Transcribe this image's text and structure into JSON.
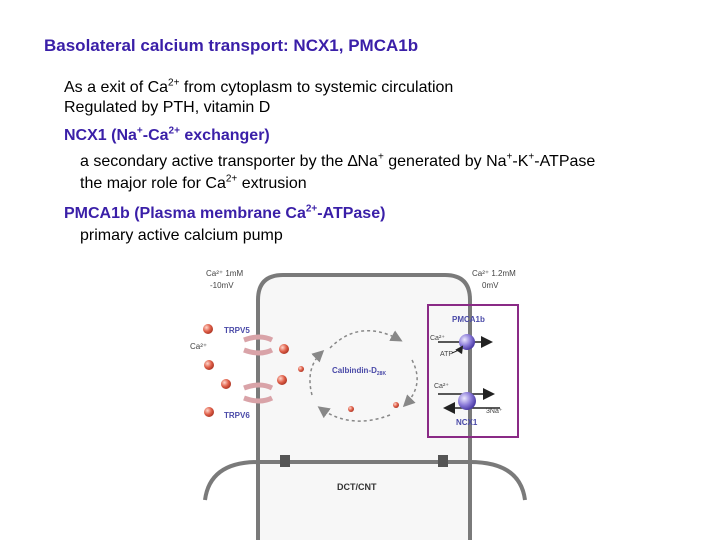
{
  "title": "Basolateral calcium transport: NCX1, PMCA1b",
  "lines": {
    "l1_pre": "As a exit of Ca",
    "l1_sup": "2+",
    "l1_post": " from cytoplasm to systemic circulation",
    "l2": "Regulated by PTH, vitamin D",
    "ncx_head_a": "NCX1 (Na",
    "ncx_head_sup1": "+",
    "ncx_head_b": "-Ca",
    "ncx_head_sup2": "2+",
    "ncx_head_c": " exchanger)",
    "ncx_desc_a": "a secondary active transporter by the ",
    "ncx_desc_delta": "∆",
    "ncx_desc_b": "Na",
    "ncx_desc_sup1": "+",
    "ncx_desc_c": " generated by Na",
    "ncx_desc_sup2": "+",
    "ncx_desc_d": "-K",
    "ncx_desc_sup3": "+",
    "ncx_desc_e": "-ATPase",
    "ncx_role_a": "the major role for Ca",
    "ncx_role_sup": "2+",
    "ncx_role_b": " extrusion",
    "pmca_head_a": "PMCA1b (Plasma membrane Ca",
    "pmca_head_sup": "2+",
    "pmca_head_b": "-ATPase)",
    "pmca_desc": "primary active calcium pump"
  },
  "diagram": {
    "lumen_ca": "Ca²⁺ 1mM",
    "lumen_mv": "-10mV",
    "blood_ca": "Ca²⁺ 1.2mM",
    "blood_mv": "0mV",
    "trpv5": "TRPV5",
    "trpv6": "TRPV6",
    "ca_left": "Ca²⁺",
    "calbindin": "Calbindin-D",
    "calbindin_sub": "28K",
    "pmca": "PMCA1b",
    "pmca_ca": "Ca²⁺",
    "atp": "ATP",
    "ncx_ca": "Ca²⁺",
    "ncx_na": "3Na⁺",
    "ncx": "NCX1",
    "cell": "DCT/CNT"
  },
  "colors": {
    "title": "#3a1fa8",
    "highlight_box": "#8a2a86",
    "ion_red": "#e0604a",
    "calbindin_blue": "#5b9ad6",
    "transporter_purple": "#8a7ad8",
    "channel_pink": "#d9a3a8",
    "membrane_gray": "#7a7a7a"
  }
}
